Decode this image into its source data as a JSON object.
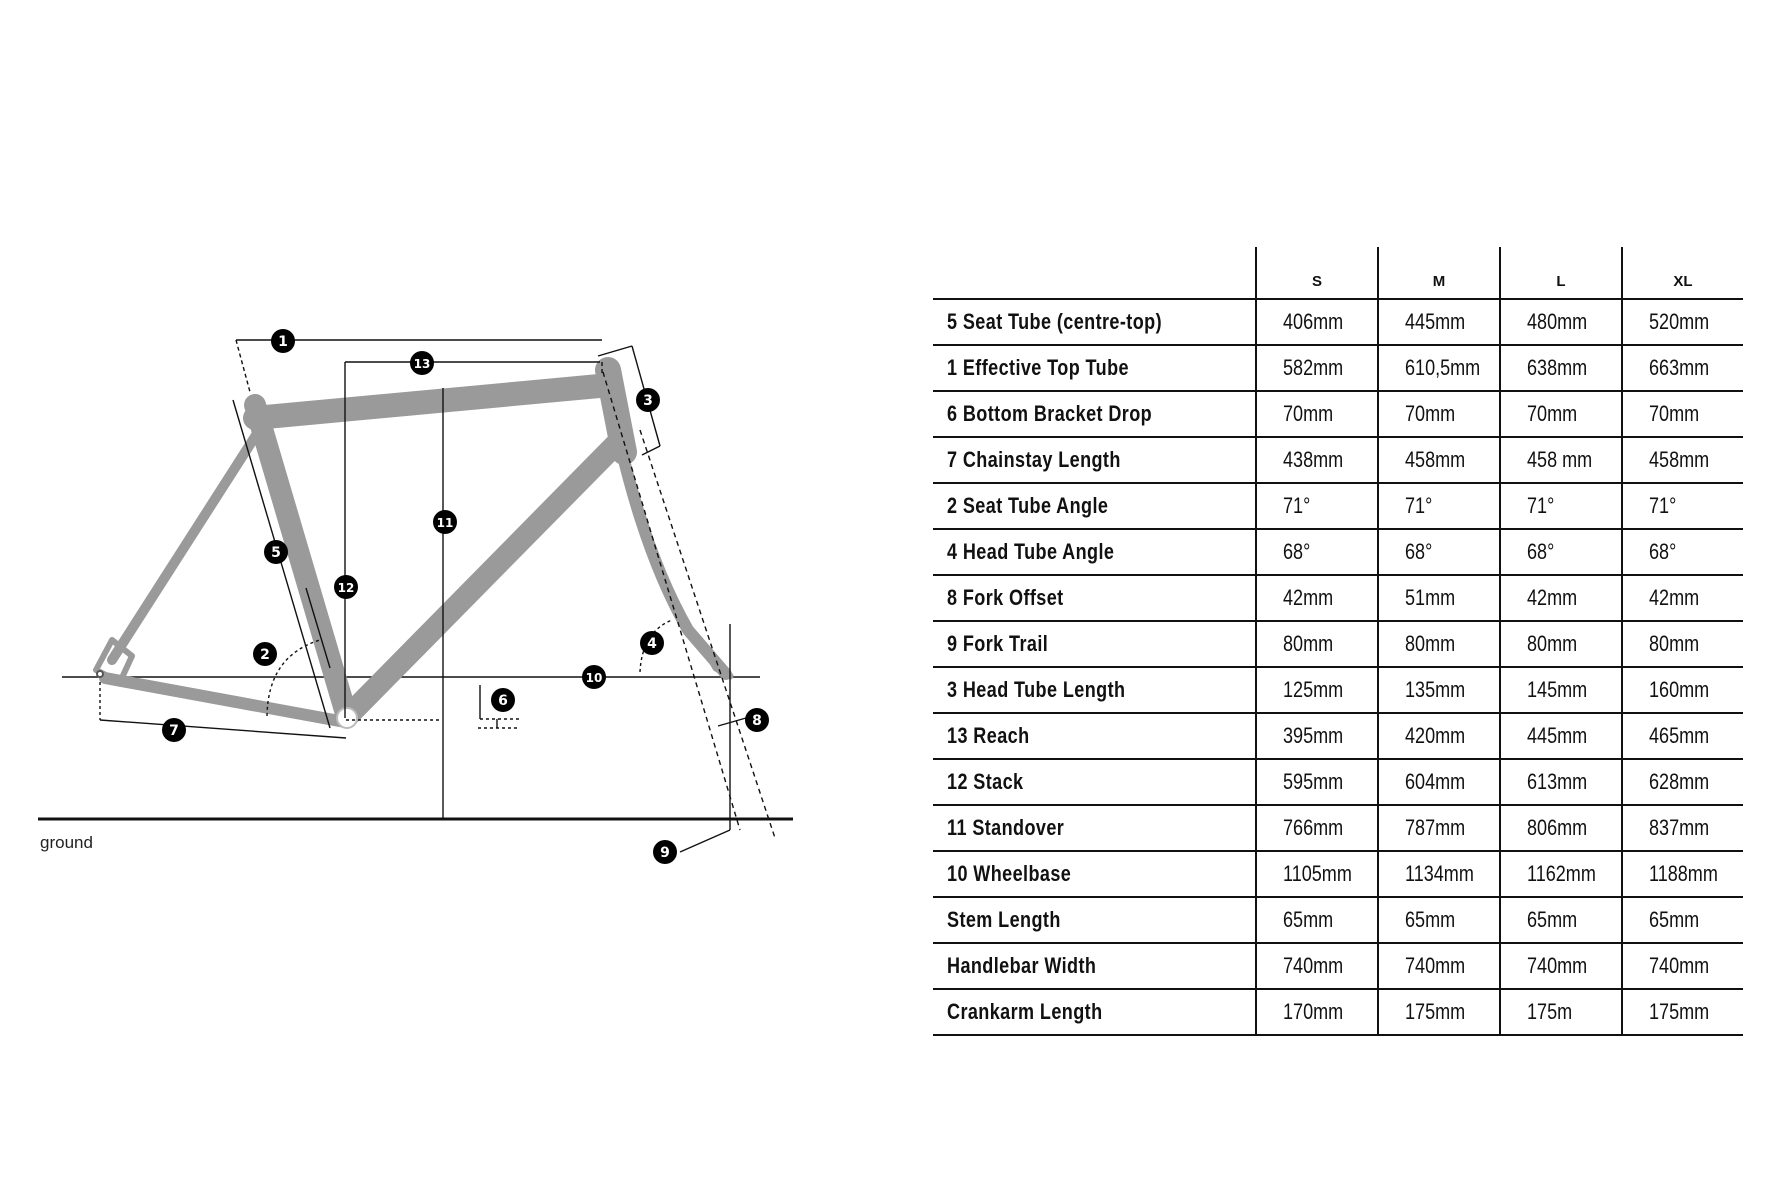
{
  "diagram": {
    "ground_label": "ground",
    "markers": [
      "1",
      "2",
      "3",
      "4",
      "5",
      "6",
      "7",
      "8",
      "9",
      "10",
      "11",
      "12",
      "13"
    ],
    "frame_color": "#9a9a9a"
  },
  "table": {
    "sizes": [
      "S",
      "M",
      "L",
      "XL"
    ],
    "rows": [
      {
        "label": "5  Seat  Tube (centre-top)",
        "values": [
          "406mm",
          "445mm",
          "480mm",
          "520mm"
        ]
      },
      {
        "label": "1  Effective Top Tube",
        "values": [
          "582mm",
          "610,5mm",
          "638mm",
          "663mm"
        ]
      },
      {
        "label": "6  Bottom Bracket Drop",
        "values": [
          "70mm",
          "70mm",
          "70mm",
          "70mm"
        ]
      },
      {
        "label": "7  Chainstay Length",
        "values": [
          "438mm",
          "458mm",
          "458 mm",
          "458mm"
        ]
      },
      {
        "label": "2  Seat Tube Angle",
        "values": [
          "71°",
          "71°",
          "71°",
          "71°"
        ]
      },
      {
        "label": "4  Head Tube Angle",
        "values": [
          "68°",
          "68°",
          "68°",
          "68°"
        ]
      },
      {
        "label": "8  Fork Offset",
        "values": [
          "42mm",
          "51mm",
          "42mm",
          "42mm"
        ]
      },
      {
        "label": "9  Fork Trail",
        "values": [
          "80mm",
          "80mm",
          "80mm",
          "80mm"
        ]
      },
      {
        "label": "3  Head Tube Length",
        "values": [
          "125mm",
          "135mm",
          "145mm",
          "160mm"
        ]
      },
      {
        "label": "13  Reach",
        "values": [
          "395mm",
          "420mm",
          "445mm",
          "465mm"
        ]
      },
      {
        "label": "12  Stack",
        "values": [
          "595mm",
          "604mm",
          "613mm",
          "628mm"
        ]
      },
      {
        "label": "11  Standover",
        "values": [
          "766mm",
          "787mm",
          "806mm",
          "837mm"
        ]
      },
      {
        "label": "10  Wheelbase",
        "values": [
          "1105mm",
          "1134mm",
          "1162mm",
          "1188mm"
        ]
      },
      {
        "label": "Stem Length",
        "values": [
          "65mm",
          "65mm",
          "65mm",
          "65mm"
        ]
      },
      {
        "label": "Handlebar Width",
        "values": [
          "740mm",
          "740mm",
          "740mm",
          "740mm"
        ]
      },
      {
        "label": "Crankarm Length",
        "values": [
          "170mm",
          "175mm",
          "175m",
          "175mm"
        ]
      }
    ]
  }
}
